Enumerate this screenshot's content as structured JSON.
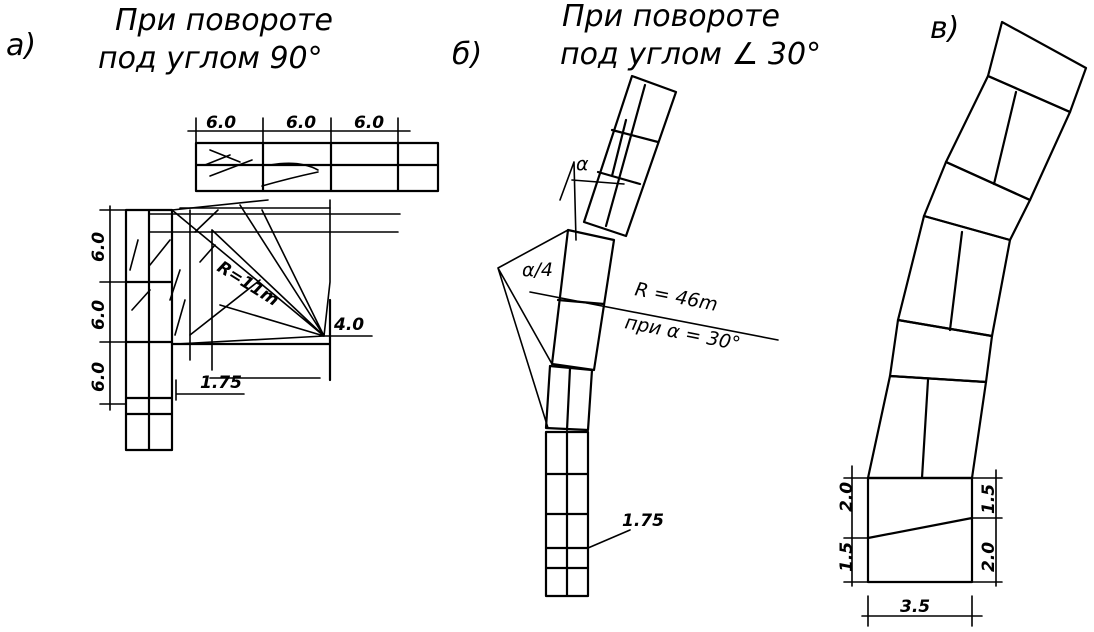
{
  "panel_a": {
    "letter": "а)",
    "title_line1": "При повороте",
    "title_line2": "под углом 90°",
    "dims_top": [
      "6.0",
      "6.0",
      "6.0"
    ],
    "dims_left": [
      "6.0",
      "6.0",
      "6.0"
    ],
    "radius": "R=11m",
    "offset": "4.0",
    "small_dim": "1.75"
  },
  "panel_b": {
    "letter": "б)",
    "title_line1": "При повороте",
    "title_line2": "под углом ∠ 30°",
    "alpha": "α",
    "alpha_quarter": "α/4",
    "radius": "R = 46m",
    "radius_note": "при α = 30°",
    "small_dim": "1.75"
  },
  "panel_c": {
    "letter": "в)",
    "dims_left": [
      "2.0",
      "1.5"
    ],
    "dims_right": [
      "1.5",
      "2.0"
    ],
    "bottom_dim": "3.5"
  }
}
